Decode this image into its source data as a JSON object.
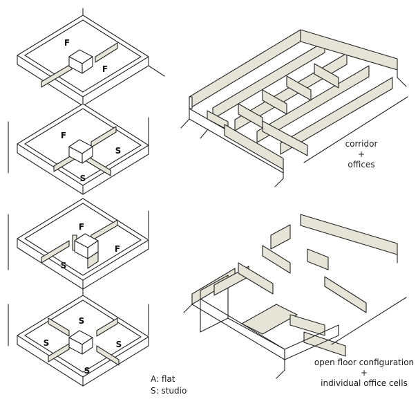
{
  "left_diagrams": [
    {
      "id": "level1",
      "labels": [
        "F",
        "F"
      ]
    },
    {
      "id": "level2",
      "labels": [
        "F",
        "S",
        "S"
      ]
    },
    {
      "id": "level3",
      "labels": [
        "F",
        "F",
        "S"
      ]
    },
    {
      "id": "level4",
      "labels": [
        "S",
        "S",
        "S",
        "S"
      ]
    }
  ],
  "captions": {
    "corridor_line1": "corridor",
    "corridor_line2": "+",
    "corridor_line3": "offices",
    "open_line1": "open floor configuration",
    "open_line2": "+",
    "open_line3": "individual office cells"
  },
  "legend": {
    "flat": "A: flat",
    "studio": "S: studio"
  },
  "colors": {
    "wall_fill": "#e6e4d6",
    "line": "#222222"
  }
}
